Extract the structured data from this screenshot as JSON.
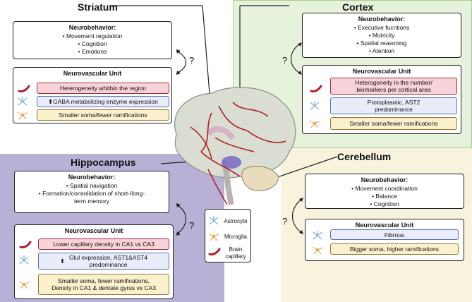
{
  "striatum": {
    "title": "Striatum",
    "neurobehavior": {
      "title": "Neurobehavior:",
      "items": [
        "• Movement regulation",
        "• Cognition",
        "• Emotions"
      ]
    },
    "nvu": {
      "title": "Neurovascular Unit",
      "capillary": "Heterogeneity whithin the region",
      "astrocyte": "GABA metabolizing enzyme expression",
      "microglia": "Smaller soma/fewer ramifications"
    },
    "question": "?"
  },
  "cortex": {
    "title": "Cortex",
    "neurobehavior": {
      "title": "Neurobehavior:",
      "items": [
        "• Executive fucntions",
        "• Motricity",
        "• Spatial reasoning",
        "• Atention"
      ]
    },
    "nvu": {
      "title": "Neurovascular Unit",
      "capillary_1": "Heterogeneity in the number/",
      "capillary_2": "biomarkers per cortical area",
      "astrocyte_1": "Protoplasmic, AST2",
      "astrocyte_2": "predominance",
      "microglia": "Smaller soma/fewer ramifications"
    },
    "question": "?"
  },
  "hippocampus": {
    "title": "Hippocampus",
    "neurobehavior": {
      "title": "Neurobehavior:",
      "items": [
        "• Spatial navigation",
        "• Formation/consolidation of short-/long-",
        "term memory"
      ]
    },
    "nvu": {
      "title": "Neurovascular Unit",
      "capillary": "Lower capillary density in CA1 vs CA3",
      "astrocyte_1": "Glul expression, AST1&AST4",
      "astrocyte_2": "predominance",
      "microglia_1": "Smaller soma, fewer ramifications,",
      "microglia_2": "Density in CA1 & dentate gyrus vs CA3"
    },
    "question": "?"
  },
  "cerebellum": {
    "title": "Cerebellum",
    "neurobehavior": {
      "title": "Neurobehavior:",
      "items": [
        "• Movement coordination",
        "• Balance",
        "• Cognition"
      ]
    },
    "nvu": {
      "title": "Neurovascular Unit",
      "astrocyte": "Fibrous",
      "microglia": "Bigger soma, higher ramifications"
    },
    "question": "?"
  },
  "legend": {
    "astrocyte": "Astrocyte",
    "microglia": "Microglia",
    "capillary_1": "Brain",
    "capillary_2": "capillary"
  },
  "colors": {
    "capillary": "#b0202a",
    "astrocyte": "#5b9bd5",
    "microglia": "#e8a040",
    "cortex_bg": "#e6f2dc",
    "hippocampus_bg": "#b9b0d6",
    "cerebellum_bg": "#f8f3dd"
  }
}
